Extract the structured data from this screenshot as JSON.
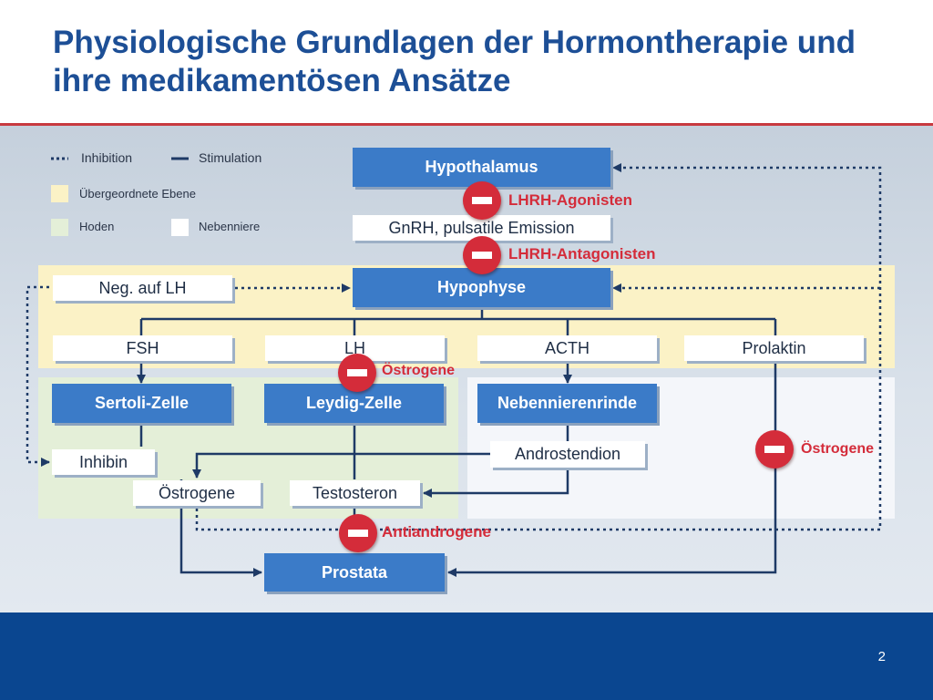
{
  "title": "Physiologische Grundlagen der Hormontherapie und ihre medikamentösen Ansätze",
  "legend": {
    "inhibition": "Inhibition",
    "stimulation": "Stimulation",
    "superordinate_level": "Übergeordnete Ebene",
    "testes": "Hoden",
    "adrenal": "Nebenniere"
  },
  "nodes": {
    "hypothalamus": "Hypothalamus",
    "gnrh": "GnRH, pulsatile Emission",
    "neg_lh": "Neg. auf  LH",
    "hypophyse": "Hypophyse",
    "fsh": "FSH",
    "lh": "LH",
    "acth": "ACTH",
    "prolaktin": "Prolaktin",
    "sertoli": "Sertoli-Zelle",
    "leydig": "Leydig-Zelle",
    "nebennierenrinde": "Nebennierenrinde",
    "androstendion": "Androstendion",
    "inhibin": "Inhibin",
    "oestrogene": "Östrogene",
    "testosteron": "Testosteron",
    "prostata": "Prostata"
  },
  "drugs": {
    "lhrh_agonisten": "LHRH-Agonisten",
    "lhrh_antagonisten": "LHRH-Antagonisten",
    "oestrogene_lh": "Östrogene",
    "oestrogene_right": "Östrogene",
    "antiandrogene": "Antiandrogene"
  },
  "colors": {
    "title": "#1d4f96",
    "accent_red": "#d42c3a",
    "blue_box": "#3b7bc8",
    "footer": "#0a4690",
    "superordinate_fill": "#fbf2c6",
    "testes_fill": "#e4efd8",
    "adrenal_fill": "#f4f6fa",
    "line": "#1e3a66"
  },
  "page_number": "2"
}
